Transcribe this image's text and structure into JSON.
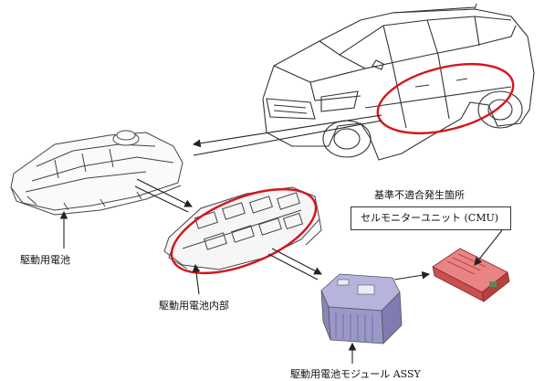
{
  "labels": {
    "battery_pack": "駆動用電池",
    "battery_inner": "駆動用電池内部",
    "module_assy": "駆動用電池モジュール ASSY",
    "defect_location": "基準不適合発生箇所",
    "cmu": "セルモニターユニット (CMU)"
  },
  "colors": {
    "highlight_ring": "#d8141c",
    "cmu_board": "#e06a6a",
    "module_body": "#9a98c8",
    "line_art": "#333333"
  }
}
